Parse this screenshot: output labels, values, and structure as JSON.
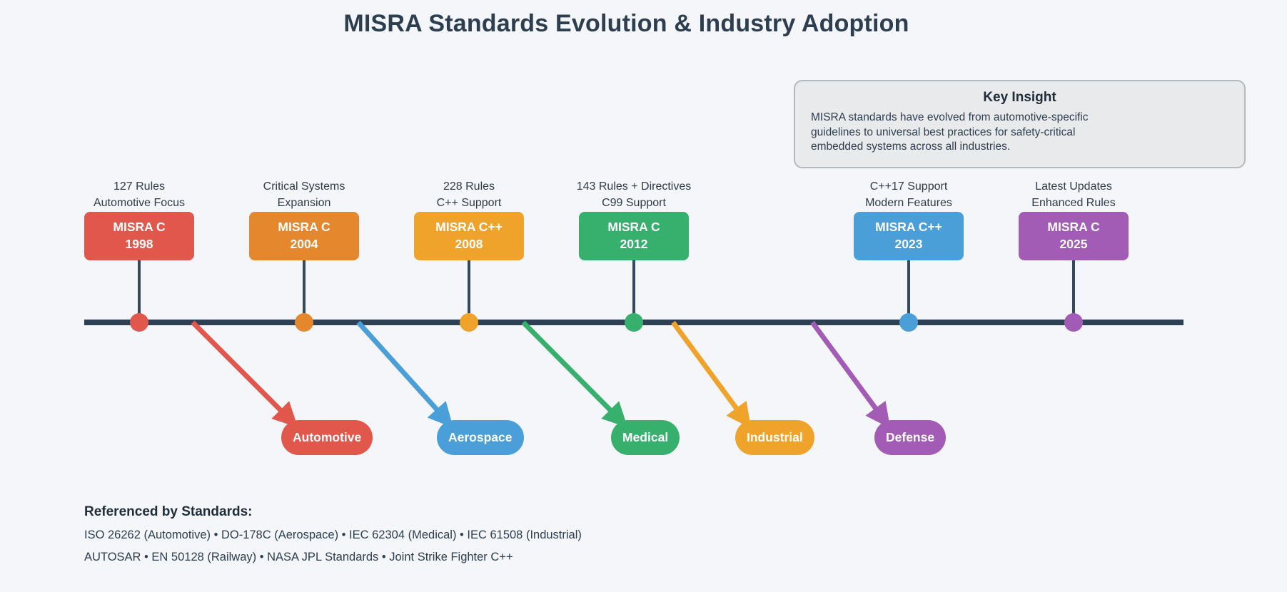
{
  "title": "MISRA Standards Evolution & Industry Adoption",
  "key_insight": {
    "title": "Key Insight",
    "text": "MISRA standards have evolved from automotive-specific\nguidelines to universal best practices for safety-critical\nembedded systems across all industries."
  },
  "colors": {
    "red": "#e2574c",
    "orange": "#e5872d",
    "amber": "#f0a32b",
    "green": "#36b06c",
    "blue": "#4a9fd8",
    "purple": "#a35cb5",
    "timeline": "#2e4053",
    "stem": "#34495e",
    "background": "#f4f6f9",
    "insight_bg": "#e9eaec",
    "insight_border": "#b4b9bd"
  },
  "milestones": [
    {
      "desc_line1": "127 Rules",
      "desc_line2": "Automotive Focus",
      "name_line1": "MISRA C",
      "name_line2": "1998",
      "color": "#e2574c"
    },
    {
      "desc_line1": "Critical Systems",
      "desc_line2": "Expansion",
      "name_line1": "MISRA C",
      "name_line2": "2004",
      "color": "#e5872d"
    },
    {
      "desc_line1": "228 Rules",
      "desc_line2": "C++ Support",
      "name_line1": "MISRA C++",
      "name_line2": "2008",
      "color": "#f0a32b"
    },
    {
      "desc_line1": "143 Rules + Directives",
      "desc_line2": "C99 Support",
      "name_line1": "MISRA C",
      "name_line2": "2012",
      "color": "#36b06c"
    },
    {
      "desc_line1": "C++17 Support",
      "desc_line2": "Modern Features",
      "name_line1": "MISRA C++",
      "name_line2": "2023",
      "color": "#4a9fd8"
    },
    {
      "desc_line1": "Latest Updates",
      "desc_line2": "Enhanced Rules",
      "name_line1": "MISRA C",
      "name_line2": "2025",
      "color": "#a35cb5"
    }
  ],
  "industries": [
    {
      "label": "Automotive",
      "color": "#e2574c"
    },
    {
      "label": "Aerospace",
      "color": "#4a9fd8"
    },
    {
      "label": "Medical",
      "color": "#36b06c"
    },
    {
      "label": "Industrial",
      "color": "#f0a32b"
    },
    {
      "label": "Defense",
      "color": "#a35cb5"
    }
  ],
  "references": {
    "heading": "Referenced by Standards:",
    "line1": "ISO 26262 (Automotive) • DO-178C (Aerospace) • IEC 62304 (Medical) • IEC 61508 (Industrial)",
    "line2": "AUTOSAR • EN 50128 (Railway) • NASA JPL Standards • Joint Strike Fighter C++"
  }
}
